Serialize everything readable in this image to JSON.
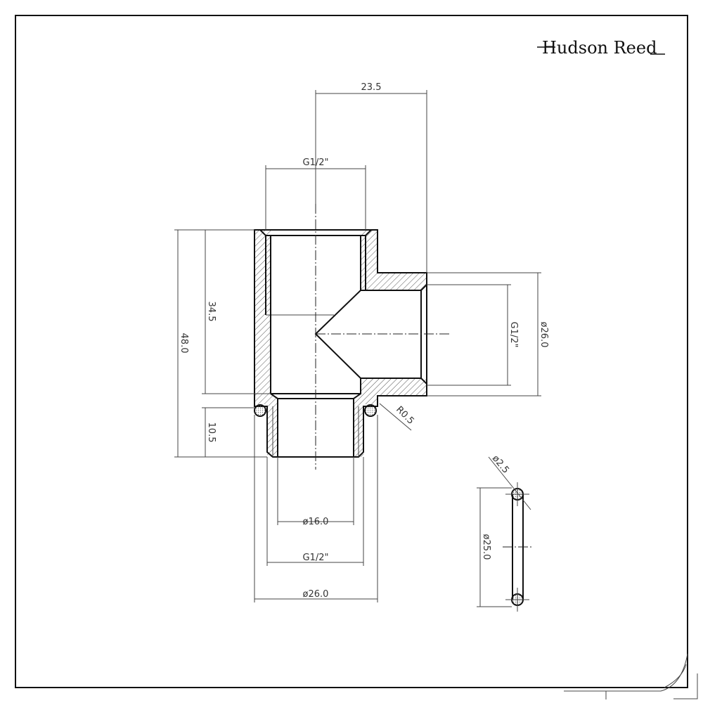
{
  "brand": {
    "name": "Hudson Reed"
  },
  "dimensions": {
    "branch_offset": "23.5",
    "top_thread": "G1/2\"",
    "total_height": "48.0",
    "body_height": "34.5",
    "spigot_length": "10.5",
    "side_thread": "G1/2\"",
    "side_diameter": "ø26.0",
    "fillet_radius": "R0.5",
    "bore_diameter": "ø16.0",
    "bottom_thread": "G1/2\"",
    "bottom_diameter": "ø26.0",
    "oring_section": "ø2.5",
    "oring_diameter": "ø25.0"
  }
}
